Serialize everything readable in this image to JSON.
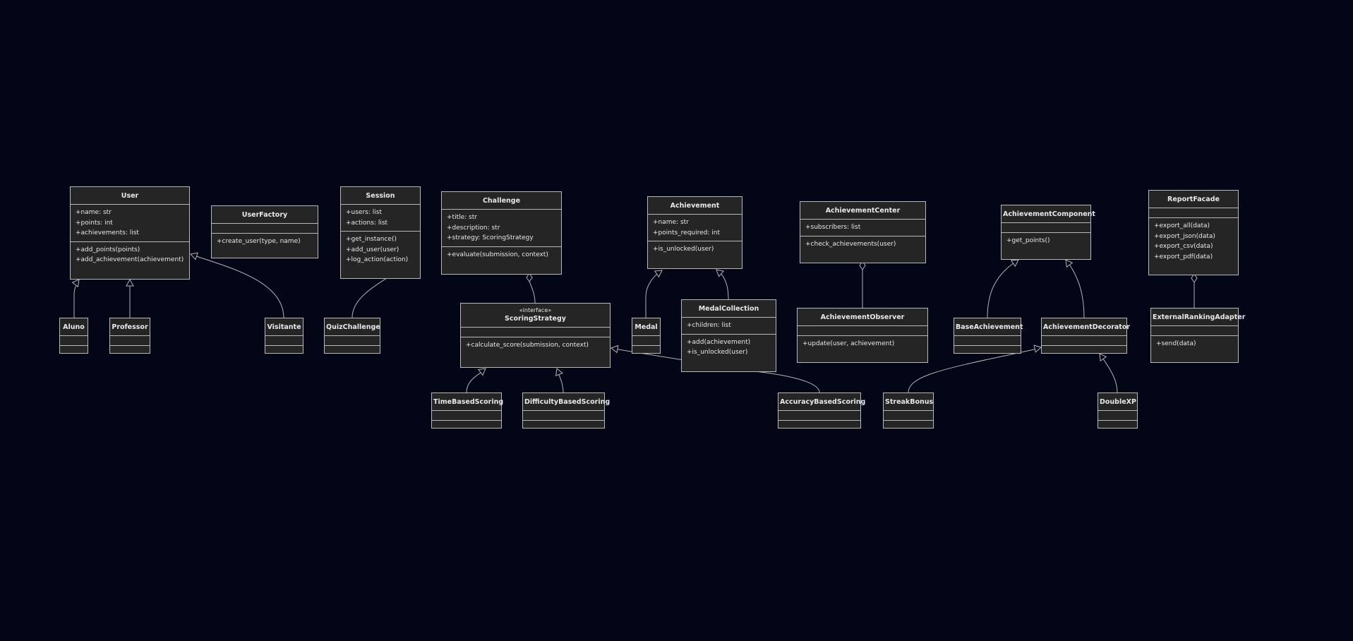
{
  "classes": [
    {
      "id": "user",
      "name": "User",
      "attributes": [
        "+name: str",
        "+points: int",
        "+achievements: list"
      ],
      "methods": [
        "+add_points(points)",
        "+add_achievement(achievement)"
      ]
    },
    {
      "id": "user-factory",
      "name": "UserFactory",
      "attributes": [],
      "methods": [
        "+create_user(type, name)"
      ]
    },
    {
      "id": "session",
      "name": "Session",
      "attributes": [
        "+users: list",
        "+actions: list"
      ],
      "methods": [
        "+get_instance()",
        "+add_user(user)",
        "+log_action(action)"
      ]
    },
    {
      "id": "challenge",
      "name": "Challenge",
      "attributes": [
        "+title: str",
        "+description: str",
        "+strategy: ScoringStrategy"
      ],
      "methods": [
        "+evaluate(submission, context)"
      ]
    },
    {
      "id": "achievement",
      "name": "Achievement",
      "attributes": [
        "+name: str",
        "+points_required: int"
      ],
      "methods": [
        "+is_unlocked(user)"
      ]
    },
    {
      "id": "achievement-center",
      "name": "AchievementCenter",
      "attributes": [
        "+subscribers: list"
      ],
      "methods": [
        "+check_achievements(user)"
      ]
    },
    {
      "id": "achievement-component",
      "name": "AchievementComponent",
      "attributes": [],
      "methods": [
        "+get_points()"
      ]
    },
    {
      "id": "report-facade",
      "name": "ReportFacade",
      "attributes": [],
      "methods": [
        "+export_all(data)",
        "+export_json(data)",
        "+export_csv(data)",
        "+export_pdf(data)"
      ]
    },
    {
      "id": "aluno",
      "name": "Aluno",
      "attributes": [],
      "methods": []
    },
    {
      "id": "professor",
      "name": "Professor",
      "attributes": [],
      "methods": []
    },
    {
      "id": "visitante",
      "name": "Visitante",
      "attributes": [],
      "methods": []
    },
    {
      "id": "quiz-challenge",
      "name": "QuizChallenge",
      "attributes": [],
      "methods": []
    },
    {
      "id": "scoring-strategy",
      "name": "ScoringStrategy",
      "stereotype": "«interface»",
      "attributes": [],
      "methods": [
        "+calculate_score(submission, context)"
      ]
    },
    {
      "id": "medal",
      "name": "Medal",
      "attributes": [],
      "methods": []
    },
    {
      "id": "medal-collection",
      "name": "MedalCollection",
      "attributes": [
        "+children: list"
      ],
      "methods": [
        "+add(achievement)",
        "+is_unlocked(user)"
      ]
    },
    {
      "id": "achievement-observer",
      "name": "AchievementObserver",
      "attributes": [],
      "methods": [
        "+update(user, achievement)"
      ]
    },
    {
      "id": "base-achievement",
      "name": "BaseAchievement",
      "attributes": [],
      "methods": []
    },
    {
      "id": "achievement-decorator",
      "name": "AchievementDecorator",
      "attributes": [],
      "methods": []
    },
    {
      "id": "external-ranking-adapter",
      "name": "ExternalRankingAdapter",
      "attributes": [],
      "methods": [
        "+send(data)"
      ]
    },
    {
      "id": "time-based-scoring",
      "name": "TimeBasedScoring",
      "attributes": [],
      "methods": []
    },
    {
      "id": "difficulty-based-scoring",
      "name": "DifficultyBasedScoring",
      "attributes": [],
      "methods": []
    },
    {
      "id": "accuracy-based-scoring",
      "name": "AccuracyBasedScoring",
      "attributes": [],
      "methods": []
    },
    {
      "id": "streak-bonus",
      "name": "StreakBonus",
      "attributes": [],
      "methods": []
    },
    {
      "id": "double-xp",
      "name": "DoubleXP",
      "attributes": [],
      "methods": []
    }
  ],
  "relations": [
    {
      "from": "aluno",
      "to": "user",
      "type": "inheritance"
    },
    {
      "from": "professor",
      "to": "user",
      "type": "inheritance"
    },
    {
      "from": "visitante",
      "to": "user",
      "type": "inheritance"
    },
    {
      "from": "quiz-challenge",
      "to": "challenge",
      "type": "inheritance"
    },
    {
      "from": "scoring-strategy",
      "to": "challenge",
      "type": "aggregation"
    },
    {
      "from": "time-based-scoring",
      "to": "scoring-strategy",
      "type": "inheritance"
    },
    {
      "from": "difficulty-based-scoring",
      "to": "scoring-strategy",
      "type": "inheritance"
    },
    {
      "from": "accuracy-based-scoring",
      "to": "scoring-strategy",
      "type": "inheritance"
    },
    {
      "from": "medal",
      "to": "achievement",
      "type": "inheritance"
    },
    {
      "from": "medal-collection",
      "to": "achievement",
      "type": "inheritance"
    },
    {
      "from": "achievement-observer",
      "to": "achievement-center",
      "type": "aggregation"
    },
    {
      "from": "base-achievement",
      "to": "achievement-component",
      "type": "inheritance"
    },
    {
      "from": "achievement-decorator",
      "to": "achievement-component",
      "type": "inheritance"
    },
    {
      "from": "streak-bonus",
      "to": "achievement-decorator",
      "type": "inheritance"
    },
    {
      "from": "double-xp",
      "to": "achievement-decorator",
      "type": "inheritance"
    },
    {
      "from": "external-ranking-adapter",
      "to": "report-facade",
      "type": "aggregation"
    }
  ],
  "colors": {
    "background": "#020617",
    "box_fill": "#252525",
    "box_border": "#b8b8b8",
    "text": "#e8e8e8",
    "edge": "#b4b4b4"
  }
}
